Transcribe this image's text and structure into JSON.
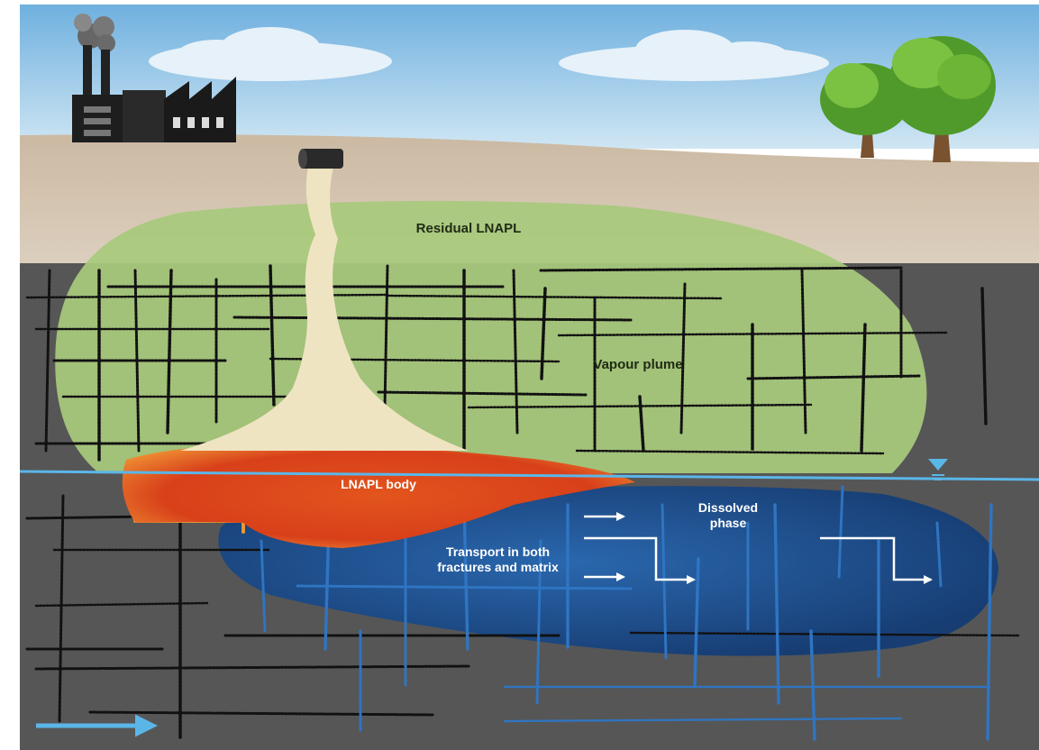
{
  "labels": {
    "residual_lnapl": "Residual LNAPL",
    "vapour_plume": "Vapour plume",
    "lnapl_body": "LNAPL body",
    "dissolved_phase": "Dissolved phase",
    "transport": "Transport in both fractures and matrix"
  },
  "icons": {
    "factory": "factory-icon",
    "trees": "tree-icon",
    "pipe": "pipe-icon",
    "water_table": "water-table-icon",
    "groundwater_flow": "flow-arrow-icon"
  },
  "colors": {
    "sky": "#8fc6e6",
    "soil": "#d8c7b1",
    "bedrock": "#555555",
    "vapour_plume": "#a9c67a",
    "lnapl_body": "#e0521c",
    "dissolved_phase": "#1f4f8f",
    "water_table": "#5bb6e8",
    "release": "#efe4c2"
  }
}
